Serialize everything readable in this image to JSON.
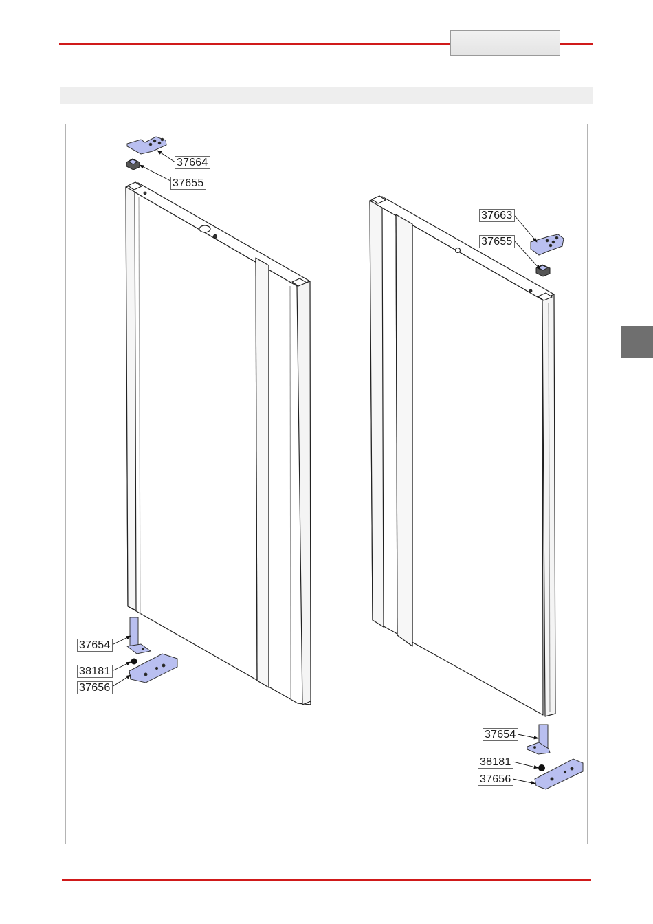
{
  "header": {
    "box_text": "",
    "section_title": ""
  },
  "parts": {
    "left_door": {
      "top_hinge_plate": "37664",
      "top_bushing": "37655",
      "hinge_pin": "37654",
      "ball": "38181",
      "bottom_hinge_plate": "37656"
    },
    "right_door": {
      "top_hinge_plate": "37663",
      "top_bushing": "37655",
      "hinge_pin": "37654",
      "ball": "38181",
      "bottom_hinge_plate": "37656"
    }
  },
  "colors": {
    "accent_red": "#d01a1a",
    "part_blue": "#b9bff0",
    "tab_gray": "#6f6f6f"
  }
}
